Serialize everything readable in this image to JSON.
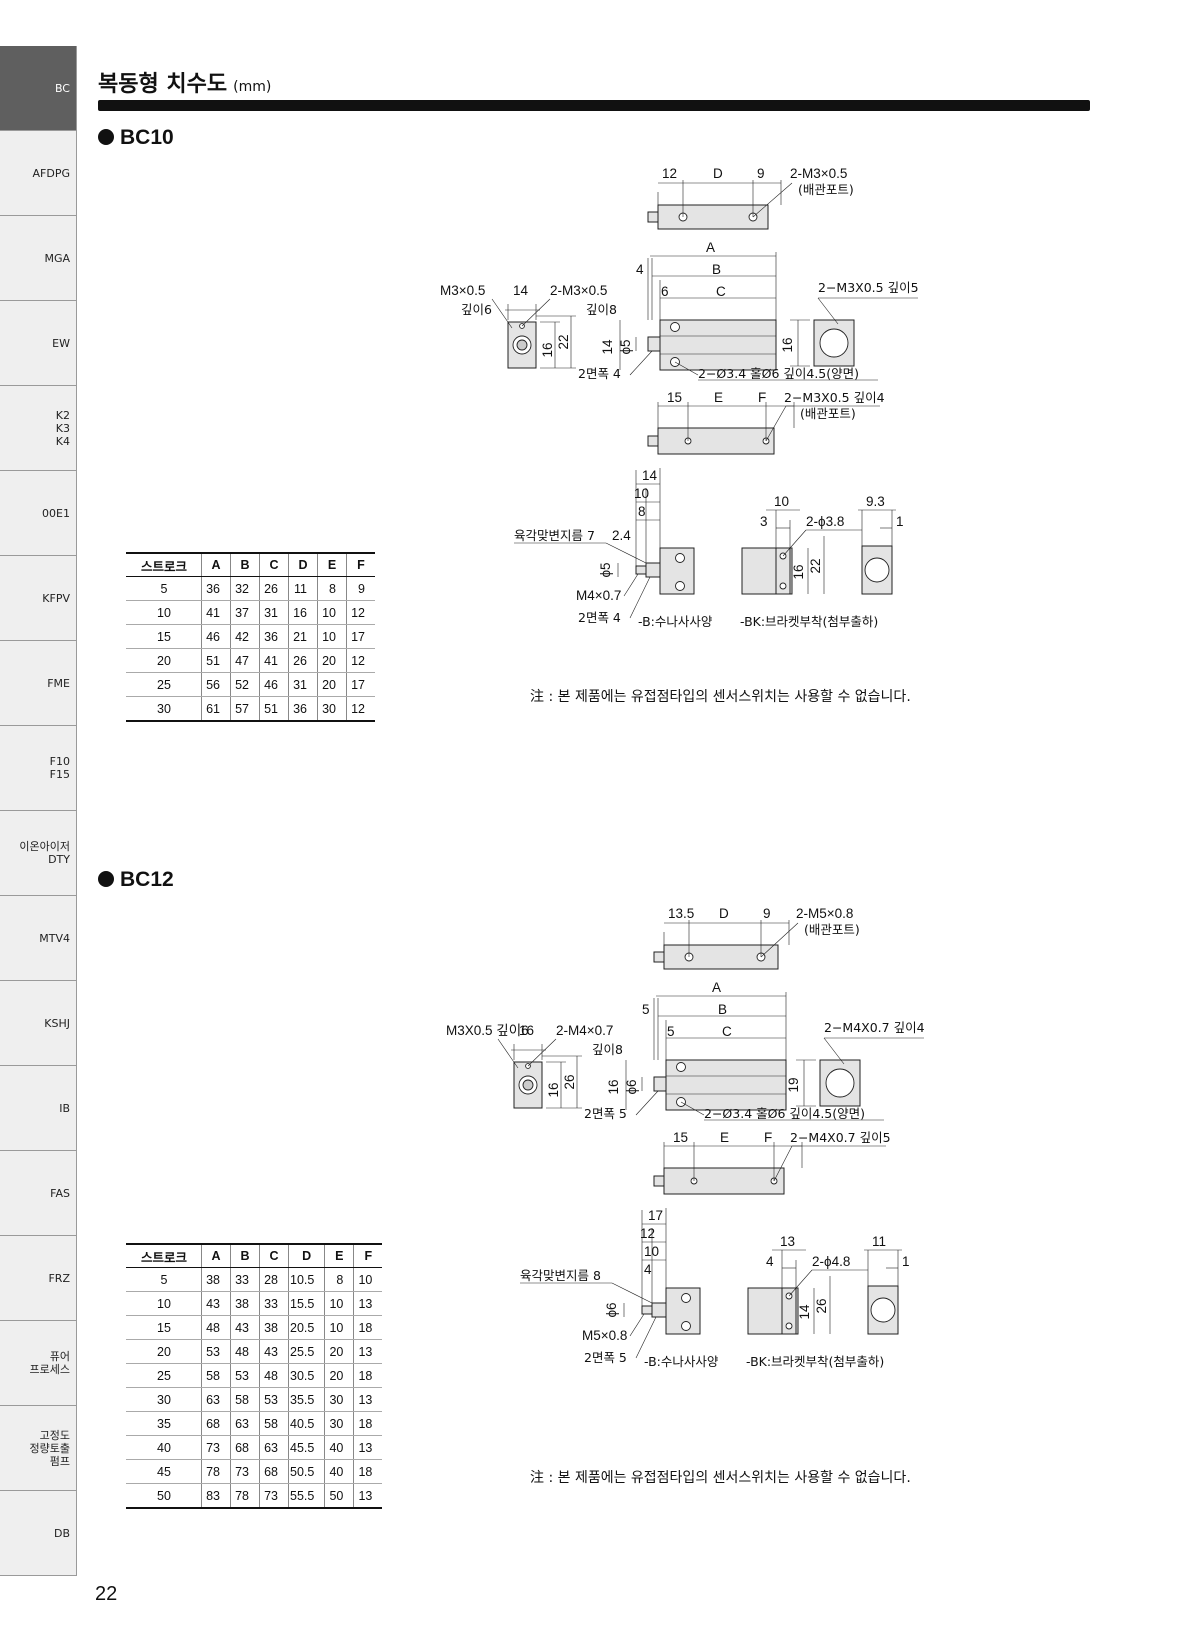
{
  "sidebar": [
    {
      "label": "BC",
      "active": true
    },
    {
      "label": "AFDPG"
    },
    {
      "label": "MGA"
    },
    {
      "label": "EW"
    },
    {
      "label": "K2\nK3\nK4"
    },
    {
      "label": "00E1"
    },
    {
      "label": "KFPV"
    },
    {
      "label": "FME"
    },
    {
      "label": "F10\nF15"
    },
    {
      "label": "이온아이저\nDTY"
    },
    {
      "label": "MTV4"
    },
    {
      "label": "KSHJ"
    },
    {
      "label": "IB"
    },
    {
      "label": "FAS"
    },
    {
      "label": "FRZ"
    },
    {
      "label": "퓨어\n프로세스"
    },
    {
      "label": "고정도\n정량토출\n펌프"
    },
    {
      "label": "DB"
    }
  ],
  "header": {
    "title": "복동형 치수도",
    "unit": "(mm)"
  },
  "page_number": "22",
  "bc10": {
    "title": "BC10",
    "table": {
      "headers": [
        "스트로크",
        "A",
        "B",
        "C",
        "D",
        "E",
        "F"
      ],
      "rows": [
        [
          "5",
          "36",
          "32",
          "26",
          "11",
          "8",
          "9"
        ],
        [
          "10",
          "41",
          "37",
          "31",
          "16",
          "10",
          "12"
        ],
        [
          "15",
          "46",
          "42",
          "36",
          "21",
          "10",
          "17"
        ],
        [
          "20",
          "51",
          "47",
          "41",
          "26",
          "20",
          "12"
        ],
        [
          "25",
          "56",
          "52",
          "46",
          "31",
          "20",
          "17"
        ],
        [
          "30",
          "61",
          "57",
          "51",
          "36",
          "30",
          "12"
        ]
      ]
    },
    "note": "注 : 본 제품에는 유접점타입의 센서스위치는 사용할 수 없습니다.",
    "labels": {
      "top_12": "12",
      "top_D": "D",
      "top_9": "9",
      "top_port": "2-M3×0.5",
      "top_port_sub": "(배관포트)",
      "A": "A",
      "B": "B",
      "C": "C",
      "n4": "4",
      "n6": "6",
      "m3": "M3×0.5",
      "m3_depth": "깊이6",
      "n14": "14",
      "side_tap": "2-M3×0.5",
      "side_tap_depth": "깊이8",
      "n16": "16",
      "n22": "22",
      "v14": "14",
      "phi5": "ϕ5",
      "flats": "2면폭 4",
      "hole": "2−Ø3.4 홀Ø6 깊이4.5(양면)",
      "right_tap": "2−M3X0.5 깊이5",
      "r16": "16",
      "b15": "15",
      "bE": "E",
      "bF": "F",
      "b_port": "2−M3X0.5 깊이4",
      "b_port_sub": "(배관포트)",
      "l14": "14",
      "l10": "10",
      "l8": "8",
      "hex": "육각맞변지름 7",
      "n2_4": "2.4",
      "lphi5": "ϕ5",
      "m4": "M4×0.7",
      "lflats": "2면폭 4",
      "opt_b": "-B:수나사사양",
      "k10": "10",
      "k9_3": "9.3",
      "k3": "3",
      "khole": "2-ϕ3.8",
      "k1": "1",
      "k16": "16",
      "k22": "22",
      "opt_bk": "-BK:브라켓부착(첨부출하)"
    }
  },
  "bc12": {
    "title": "BC12",
    "table": {
      "headers": [
        "스트로크",
        "A",
        "B",
        "C",
        "D",
        "E",
        "F"
      ],
      "rows": [
        [
          "5",
          "38",
          "33",
          "28",
          "10.5",
          "8",
          "10"
        ],
        [
          "10",
          "43",
          "38",
          "33",
          "15.5",
          "10",
          "13"
        ],
        [
          "15",
          "48",
          "43",
          "38",
          "20.5",
          "10",
          "18"
        ],
        [
          "20",
          "53",
          "48",
          "43",
          "25.5",
          "20",
          "13"
        ],
        [
          "25",
          "58",
          "53",
          "48",
          "30.5",
          "20",
          "18"
        ],
        [
          "30",
          "63",
          "58",
          "53",
          "35.5",
          "30",
          "13"
        ],
        [
          "35",
          "68",
          "63",
          "58",
          "40.5",
          "30",
          "18"
        ],
        [
          "40",
          "73",
          "68",
          "63",
          "45.5",
          "40",
          "13"
        ],
        [
          "45",
          "78",
          "73",
          "68",
          "50.5",
          "40",
          "18"
        ],
        [
          "50",
          "83",
          "78",
          "73",
          "55.5",
          "50",
          "13"
        ]
      ]
    },
    "note": "注 : 본 제품에는 유접점타입의 센서스위치는 사용할 수 없습니다.",
    "labels": {
      "top_12": "13.5",
      "top_D": "D",
      "top_9": "9",
      "top_port": "2-M5×0.8",
      "top_port_sub": "(배관포트)",
      "A": "A",
      "B": "B",
      "C": "C",
      "n4": "5",
      "n6": "5",
      "m3": "M3X0.5 깊이6",
      "m3_depth": "",
      "n14": "16",
      "side_tap": "2-M4×0.7",
      "side_tap_depth": "깊이8",
      "n16": "16",
      "n22": "26",
      "v14": "16",
      "phi5": "ϕ6",
      "flats": "2면폭 5",
      "hole": "2−Ø3.4 홀Ø6 깊이4.5(양면)",
      "right_tap": "2−M4X0.7 깊이4",
      "r16": "19",
      "b15": "15",
      "bE": "E",
      "bF": "F",
      "b_port": "2−M4X0.7 깊이5",
      "b_port_sub": "",
      "l14": "17",
      "l10": "12",
      "l8": "10",
      "l4": "4",
      "hex": "육각맞변지름 8",
      "n2_4": "",
      "lphi5": "ϕ6",
      "m4": "M5×0.8",
      "lflats": "2면폭 5",
      "opt_b": "-B:수나사사양",
      "k10": "13",
      "k9_3": "11",
      "k3": "4",
      "khole": "2-ϕ4.8",
      "k1": "1",
      "k16": "14",
      "k22": "26",
      "opt_bk": "-BK:브라켓부착(첨부출하)"
    }
  }
}
